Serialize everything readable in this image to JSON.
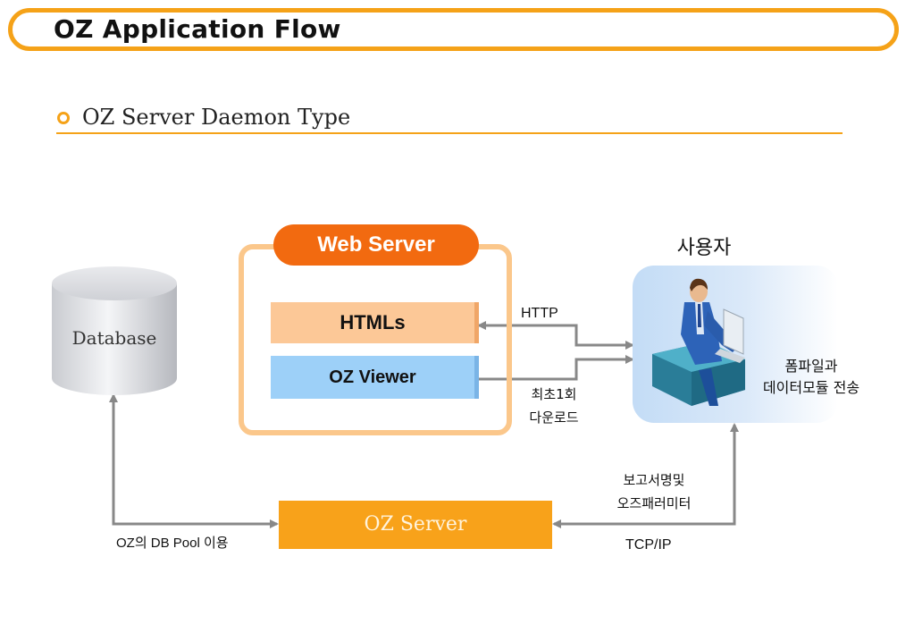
{
  "header": {
    "title": "OZ Application Flow"
  },
  "section": {
    "subtitle": "OZ Server Daemon Type"
  },
  "diagram": {
    "web_server": {
      "label": "Web Server",
      "htmls": "HTMLs",
      "viewer": "OZ Viewer"
    },
    "database": {
      "label": "Database"
    },
    "oz_server": {
      "label": "OZ Server"
    },
    "user": {
      "title": "사용자",
      "desc_line1": "폼파일과",
      "desc_line2": "데이터모듈 전송"
    },
    "labels": {
      "http": "HTTP",
      "download_line1": "최초1회",
      "download_line2": "다운로드",
      "report_line1": "보고서명및",
      "report_line2": "오즈패러미터",
      "tcp": "TCP/IP",
      "db_pool": "OZ의 DB Pool 이용"
    }
  },
  "colors": {
    "accent": "#f5a218",
    "web_pill": "#f26a10",
    "htmls_fill": "#fcc897",
    "viewer_fill": "#9dd0f8",
    "oz_server_fill": "#f8a21a",
    "arrow": "#888888"
  },
  "icons": {
    "bullet": "orange-ring-bullet",
    "user": "businessman-at-computer"
  }
}
